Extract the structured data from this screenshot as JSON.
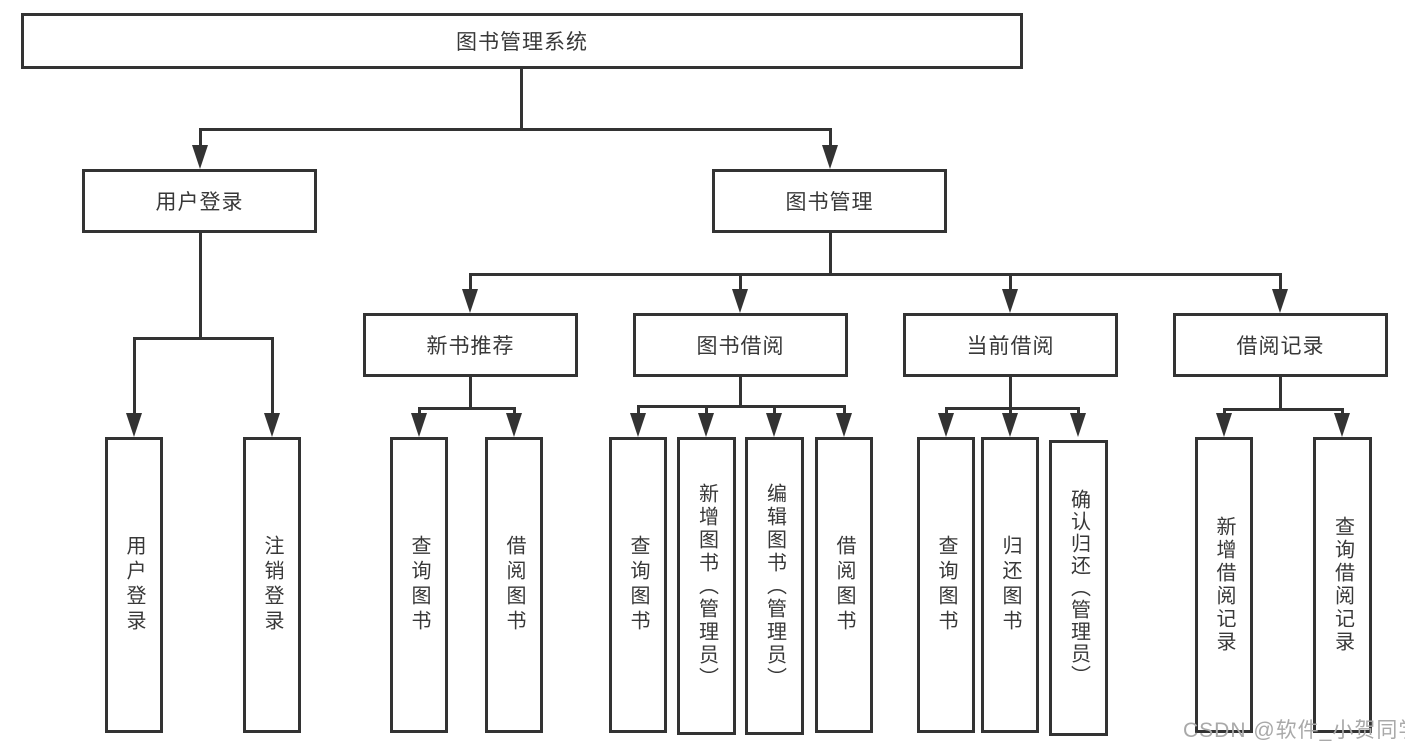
{
  "tree": {
    "root": {
      "label": "图书管理系统",
      "children": [
        {
          "label": "用户登录",
          "children": [
            {
              "label": "用户登录"
            },
            {
              "label": "注销登录"
            }
          ]
        },
        {
          "label": "图书管理",
          "children": [
            {
              "label": "新书推荐",
              "children": [
                {
                  "label": "查询图书"
                },
                {
                  "label": "借阅图书"
                }
              ]
            },
            {
              "label": "图书借阅",
              "children": [
                {
                  "label": "查询图书"
                },
                {
                  "label": "新增图书（管理员）"
                },
                {
                  "label": "编辑图书（管理员）"
                },
                {
                  "label": "借阅图书"
                }
              ]
            },
            {
              "label": "当前借阅",
              "children": [
                {
                  "label": "查询图书"
                },
                {
                  "label": "归还图书"
                },
                {
                  "label": "确认归还（管理员）"
                }
              ]
            },
            {
              "label": "借阅记录",
              "children": [
                {
                  "label": "新增借阅记录"
                },
                {
                  "label": "查询借阅记录"
                }
              ]
            }
          ]
        }
      ]
    }
  },
  "colors": {
    "line": "#333333",
    "text": "#383838",
    "watermark": "#a9a9a9"
  },
  "watermark": {
    "text": "CSDN @软件_小贺同学"
  }
}
